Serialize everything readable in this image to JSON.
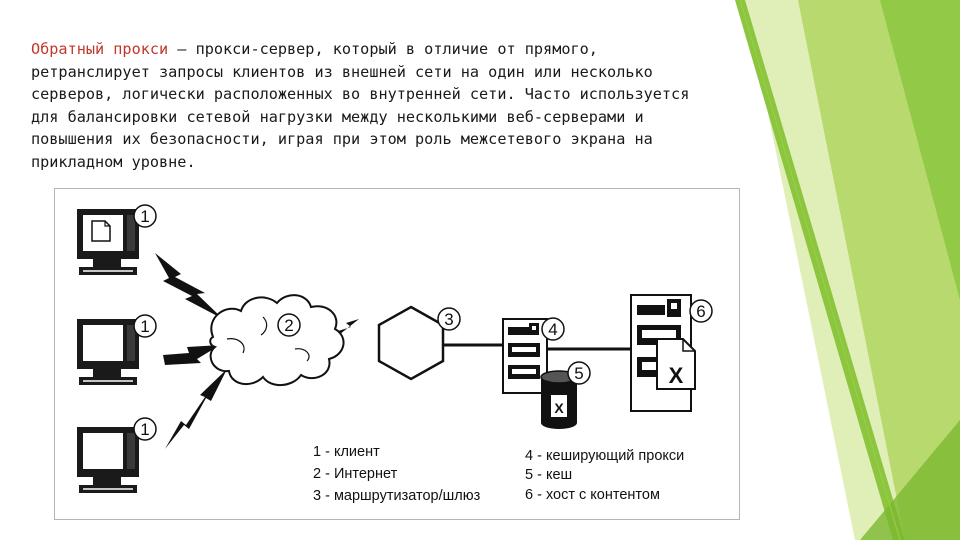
{
  "paragraph": {
    "term": "Обратный прокси",
    "lines": [
      " — прокси-сервер, который в отличие от прямого,",
      "ретранслирует запросы клиентов из внешней сети на один или несколько",
      "серверов, логически расположенных во внутренней сети. Часто используется",
      "для балансировки сетевой нагрузки между несколькими веб-серверами и",
      "повышения их безопасности, играя при этом роль межсетевого экрана на",
      "прикладном уровне."
    ]
  },
  "diagram": {
    "markers": {
      "client_top": "1",
      "client_mid": "1",
      "client_bottom": "1",
      "internet": "2",
      "router": "3",
      "caching_proxy": "4",
      "cache": "5",
      "content_host": "6"
    },
    "cache_glyph": "X",
    "host_glyph": "X",
    "legend_left": [
      "1 - клиент",
      "2 - Интернет",
      "3 - маршрутизатор/шлюз"
    ],
    "legend_right": [
      "4 - кеширующий прокси",
      "5 - кеш",
      "6 - хост с контентом"
    ]
  },
  "colors": {
    "text": "#1a1a1a",
    "term": "#c0392b",
    "accent_green": "#8dc63f",
    "light_green": "#c5e07a"
  }
}
